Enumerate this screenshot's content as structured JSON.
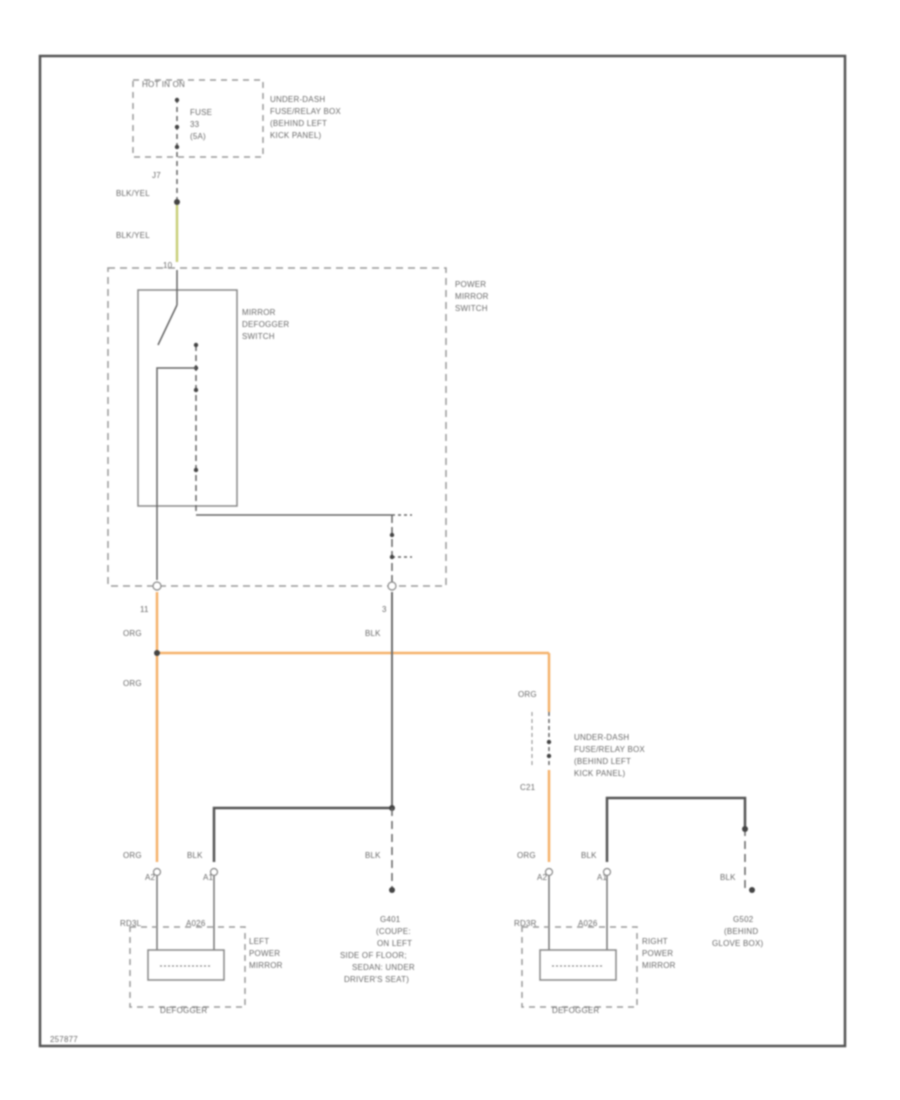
{
  "colors": {
    "wire_org": "#f5b26b",
    "wire_blk": "#6f6f6f",
    "wire_blk_yel": "#c9cf7a",
    "frame": "#555555",
    "dash": "#9a9a9a",
    "text": "#6a6a6a",
    "dot": "#444444"
  },
  "labels": {
    "hot_in_on": "HOT IN ON",
    "fuse": "FUSE",
    "fuse_num": "33",
    "fuse_amp": "(5A)",
    "underdash_box_1": "UNDER-DASH",
    "underdash_box_2": "FUSE/RELAY BOX",
    "underdash_box_3": "(BEHIND LEFT",
    "underdash_box_4": "KICK PANEL)",
    "c_top": "J7",
    "wire_blk_yel_1": "BLK/YEL",
    "wire_blk_yel_2": "BLK/YEL",
    "pin_top": "10",
    "power_mirror_switch_1": "POWER",
    "power_mirror_switch_2": "MIRROR",
    "power_mirror_switch_3": "SWITCH",
    "mirror_defogger_switch_1": "MIRROR",
    "mirror_defogger_switch_2": "DEFOGGER",
    "mirror_defogger_switch_3": "SWITCH",
    "pin_11": "11",
    "pin_3": "3",
    "org_1": "ORG",
    "blk_1": "BLK",
    "org_2": "ORG",
    "org_right": "ORG",
    "underdash2_1": "UNDER-DASH",
    "underdash2_2": "FUSE/RELAY BOX",
    "underdash2_3": "(BEHIND LEFT",
    "underdash2_4": "KICK PANEL)",
    "c21": "C21",
    "org_left_bottom": "ORG",
    "blk_left_bottom": "BLK",
    "blk_center": "BLK",
    "org_right_bottom": "ORG",
    "blk_right_bottom": "BLK",
    "blk_far_right": "BLK",
    "lm_conn_a": "A2",
    "lm_conn_b": "A1",
    "left_mirror_code_a": "RD3L",
    "left_mirror_code_b": "A026",
    "left_power_mirror_1": "LEFT",
    "left_power_mirror_2": "POWER",
    "left_power_mirror_3": "MIRROR",
    "defogger_left": "DEFOGGER",
    "g401_1": "G401",
    "g401_2": "(COUPE:",
    "g401_3": "ON LEFT",
    "g401_4": "SIDE OF FLOOR;",
    "g401_5": "SEDAN: UNDER",
    "g401_6": "DRIVER'S SEAT)",
    "rm_conn_a": "A2",
    "rm_conn_b": "A1",
    "right_mirror_code_a": "RD3R",
    "right_mirror_code_b": "A026",
    "right_power_mirror_1": "RIGHT",
    "right_power_mirror_2": "POWER",
    "right_power_mirror_3": "MIRROR",
    "defogger_right": "DEFOGGER",
    "g502_1": "G502",
    "g502_2": "(BEHIND",
    "g502_3": "GLOVE BOX)",
    "footer_code": "257877"
  }
}
